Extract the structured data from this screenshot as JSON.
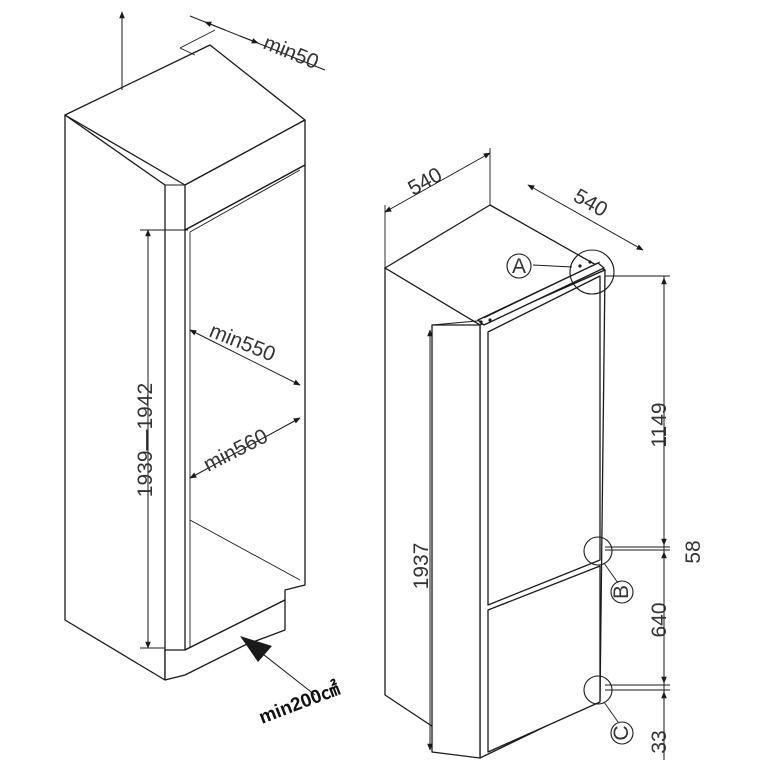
{
  "diagram": {
    "niche": {
      "top_clearance": "min50",
      "height": "1939—1942",
      "depth": "min550",
      "width": "min560",
      "ventilation": "min200㎠"
    },
    "appliance": {
      "width": "540",
      "depth": "540",
      "height": "1937",
      "seg_upper": "1149",
      "seg_gap": "58",
      "seg_lower": "640",
      "seg_bottom": "33",
      "marker_a": "A",
      "marker_b": "B",
      "marker_c": "C"
    }
  }
}
